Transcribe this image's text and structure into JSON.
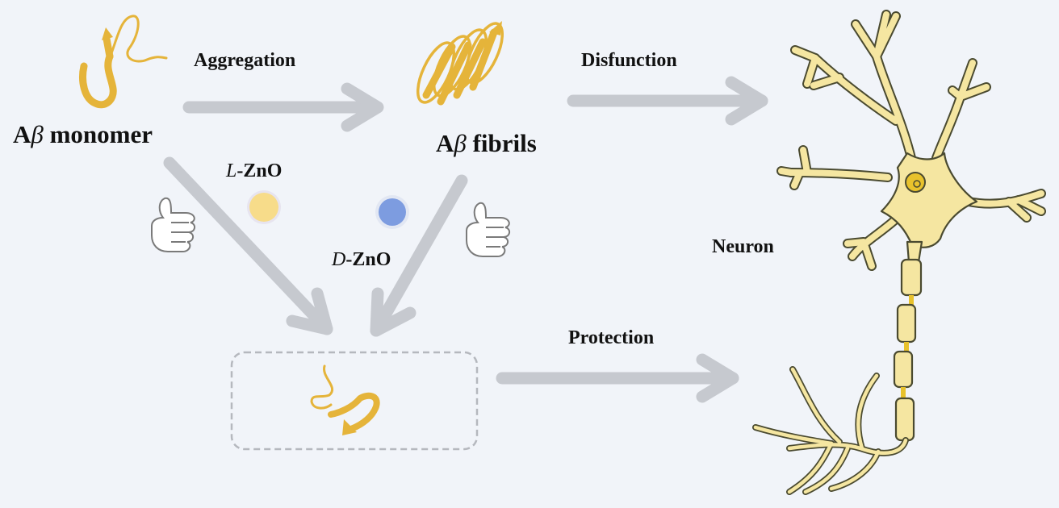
{
  "diagram": {
    "title": "Chiral ZnO modulation of Aβ aggregation and neuron protection",
    "nodes": {
      "monomer": {
        "label_prefix": "A",
        "label_greek": "β",
        "label_suffix": " monomer"
      },
      "fibrils": {
        "label_prefix": "A",
        "label_greek": "β",
        "label_suffix": " fibrils"
      },
      "neuron": {
        "label": "Neuron"
      },
      "l_zno": {
        "label_italic": "L",
        "label_rest": "-ZnO",
        "color": "#f7dc8a"
      },
      "d_zno": {
        "label_italic": "D",
        "label_rest": "-ZnO",
        "color": "#7d9ce0"
      }
    },
    "edges": {
      "aggregation": "Aggregation",
      "disfunction": "Disfunction",
      "protection": "Protection"
    },
    "colors": {
      "background": "#f1f4f9",
      "protein": "#e5b43a",
      "arrow": "#c6c9cf",
      "neuron_fill": "#f5e6a1",
      "neuron_outline": "#4a4a30"
    },
    "icons": {
      "thumbs_up_left": "thumbs-up-icon",
      "thumbs_up_right": "thumbs-up-icon"
    }
  }
}
